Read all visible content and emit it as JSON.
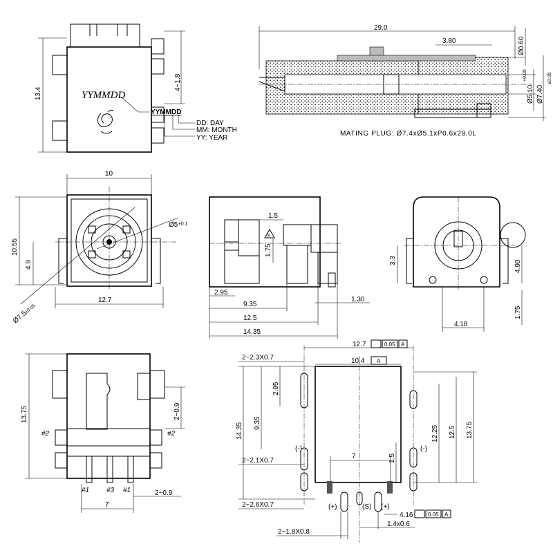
{
  "top_left": {
    "dim_height": "13.4",
    "dim_side": "4~1.8",
    "marking": "YYMMDD",
    "legend_code": "YYMMDD",
    "legend": [
      "DD: DAY",
      "MM: MONTH",
      "YY: YEAR"
    ]
  },
  "mating_plug": {
    "dim_length": "29.0",
    "dim_tip": "3.80",
    "dim_wall": "Ø0.60",
    "dim_inner": "Ø5.10",
    "dim_inner_tol": "+0.05",
    "dim_inner_tol2": "0",
    "dim_outer": "Ø7.40",
    "dim_outer_tol": "±0.05",
    "caption": "MATING PLUG: Ø7.4xØ5.1xP0.6x29.0L"
  },
  "front_view": {
    "dim_width_top": "10",
    "dim_height": "10.55",
    "dim_center": "4.9",
    "dim_width_bottom": "12.7",
    "dim_hole": "Ø5",
    "dim_hole_tol": "±0.1",
    "dim_outer_dia": "Ø7.5",
    "dim_outer_tol": "±0.05"
  },
  "side_view": {
    "dim_1_5": "1.5",
    "dim_1_75": "1.75",
    "flag": "F",
    "dim_2_95": "2.95",
    "dim_9_35": "9.35",
    "dim_1_30": "1.30",
    "dim_12_5": "12.5",
    "dim_14_35": "14.35"
  },
  "rear_view": {
    "dim_3_3": "3.3",
    "dim_4_90": "4.90",
    "dim_4_18": "4.18",
    "dim_1_75": "1.75"
  },
  "bottom_view": {
    "dim_height": "13.75",
    "dim_2_09": "2~0.9",
    "pin2_left": "#2",
    "pin2_right": "#2",
    "pin1_left": "#1",
    "pin3": "#3",
    "pin1_right": "#1",
    "dim_2_09b": "2~0.9",
    "dim_7": "7"
  },
  "footprint": {
    "dim_12_7": "12.7",
    "dim_10_4": "10.4",
    "datum_a": "A",
    "tol_005": "0.05",
    "slot_top": "2~2.3X0.7",
    "dim_2_95": "2.95",
    "dim_9_35": "9.35",
    "dim_14_35": "14.35",
    "dim_12_25": "12.25",
    "dim_12_5": "12.5",
    "dim_13_75": "13.75",
    "minus_left": "(-)",
    "minus_right": "(-)",
    "dim_1_5": "1.5",
    "dim_7": "7",
    "slot_mid": "2~2.1X0.7",
    "slot_bot": "2~2.6X0.7",
    "plus": "(+)",
    "sw": "(S)",
    "plus2": "(+)",
    "dim_4_16": "4.16",
    "slot_small": "2~1.8X0.8",
    "dim_1_4": "1.4x0.6"
  }
}
